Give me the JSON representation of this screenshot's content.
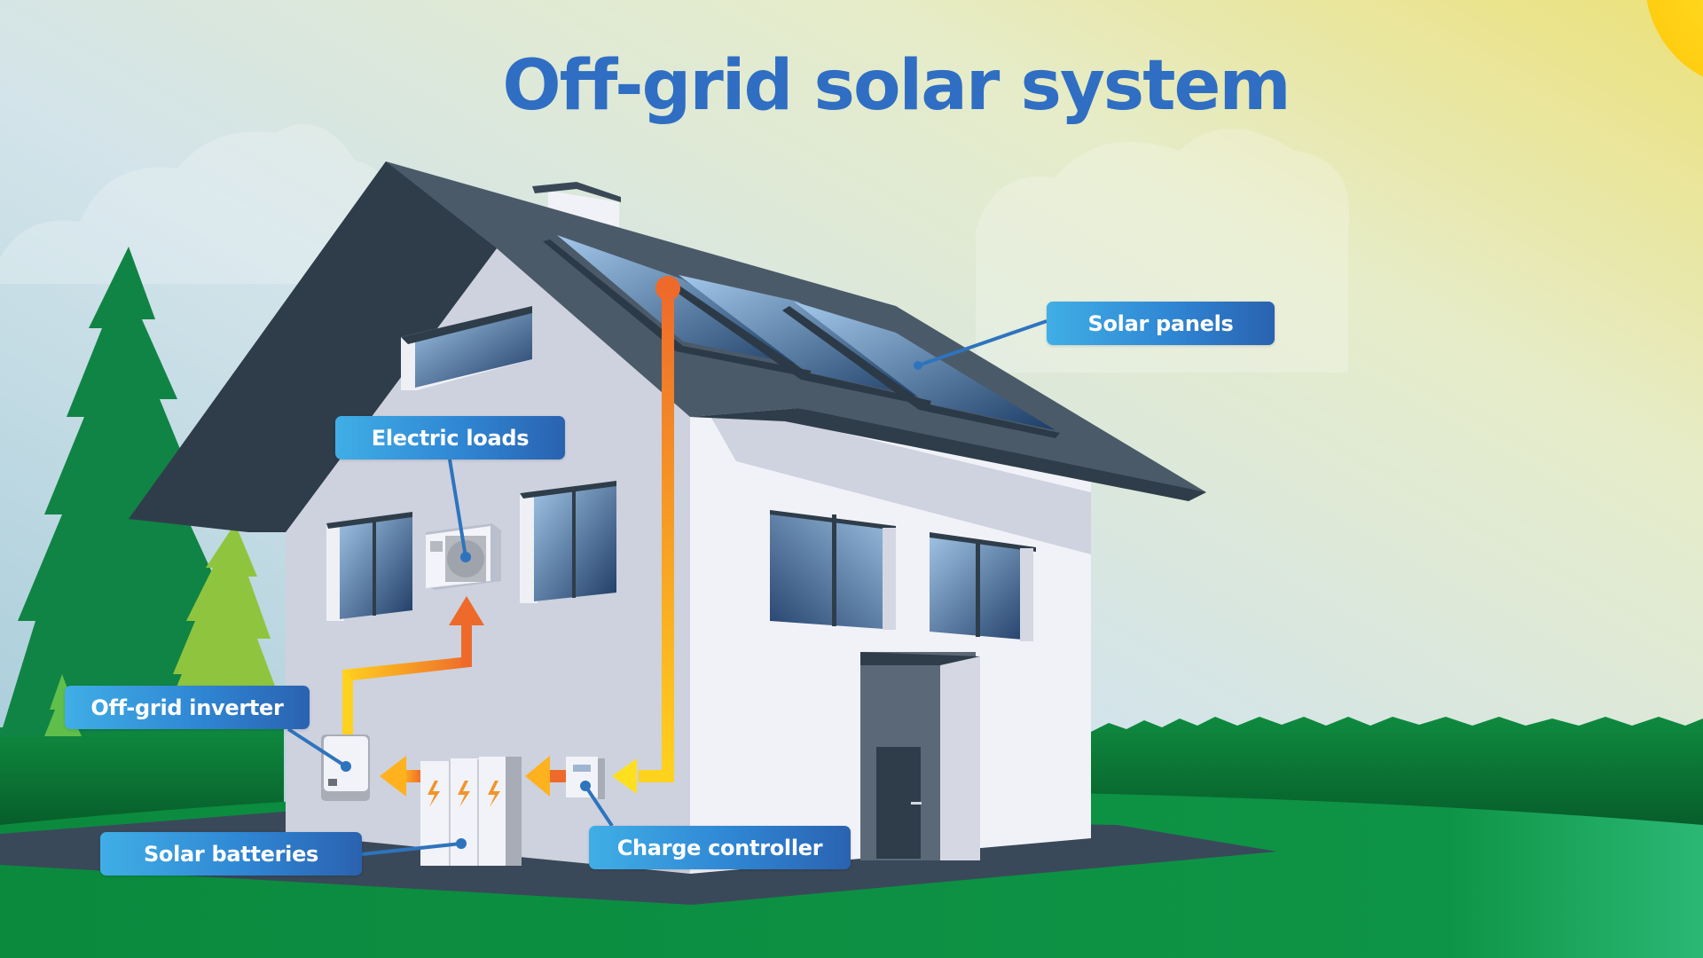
{
  "title": "Off-grid solar system",
  "callouts": {
    "solar_panels": "Solar panels",
    "electric_loads": "Electric loads",
    "offgrid_inverter": "Off-grid inverter",
    "solar_batteries": "Solar batteries",
    "charge_controller": "Charge controller"
  },
  "colors": {
    "title": "#2f6ec2",
    "callout_start": "#40aee6",
    "callout_end": "#2a62b0",
    "roof": "#4a5968",
    "wall_front": "#f1f2f8",
    "wall_side": "#cdd2de",
    "grass": "#0d8f43",
    "flow_start": "#ffd21e",
    "flow_end": "#ee6a2b",
    "sky": "#c7dde6",
    "sun": "#ffd21e"
  },
  "flow": [
    "Solar panels",
    "Charge controller",
    "Solar batteries",
    "Off-grid inverter",
    "Electric loads"
  ]
}
